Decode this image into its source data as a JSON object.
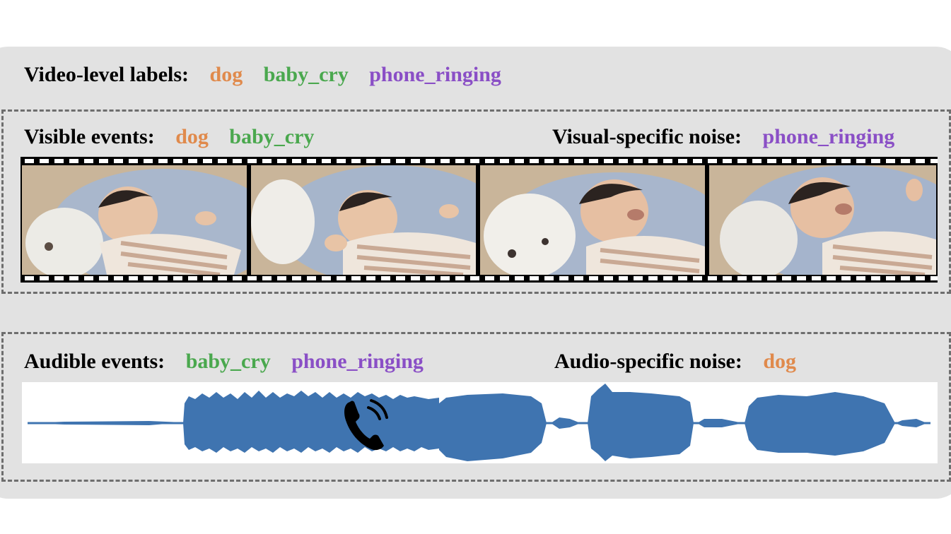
{
  "video_level": {
    "heading": "Video-level labels:",
    "labels": [
      "dog",
      "baby_cry",
      "phone_ringing"
    ]
  },
  "visual": {
    "heading": "Visible events:",
    "labels": [
      "dog",
      "baby_cry"
    ],
    "noise_heading": "Visual-specific noise:",
    "noise_labels": [
      "phone_ringing"
    ]
  },
  "audio": {
    "heading": "Audible events:",
    "labels": [
      "baby_cry",
      "phone_ringing"
    ],
    "noise_heading": "Audio-specific noise:",
    "noise_labels": [
      "dog"
    ]
  },
  "colors": {
    "dog": "#e08a4c",
    "baby_cry": "#4aa84e",
    "phone_ringing": "#8a4fc6",
    "waveform": "#3f74b0",
    "panel": "#e2e2e2"
  },
  "icons": [
    "phone-icon"
  ]
}
